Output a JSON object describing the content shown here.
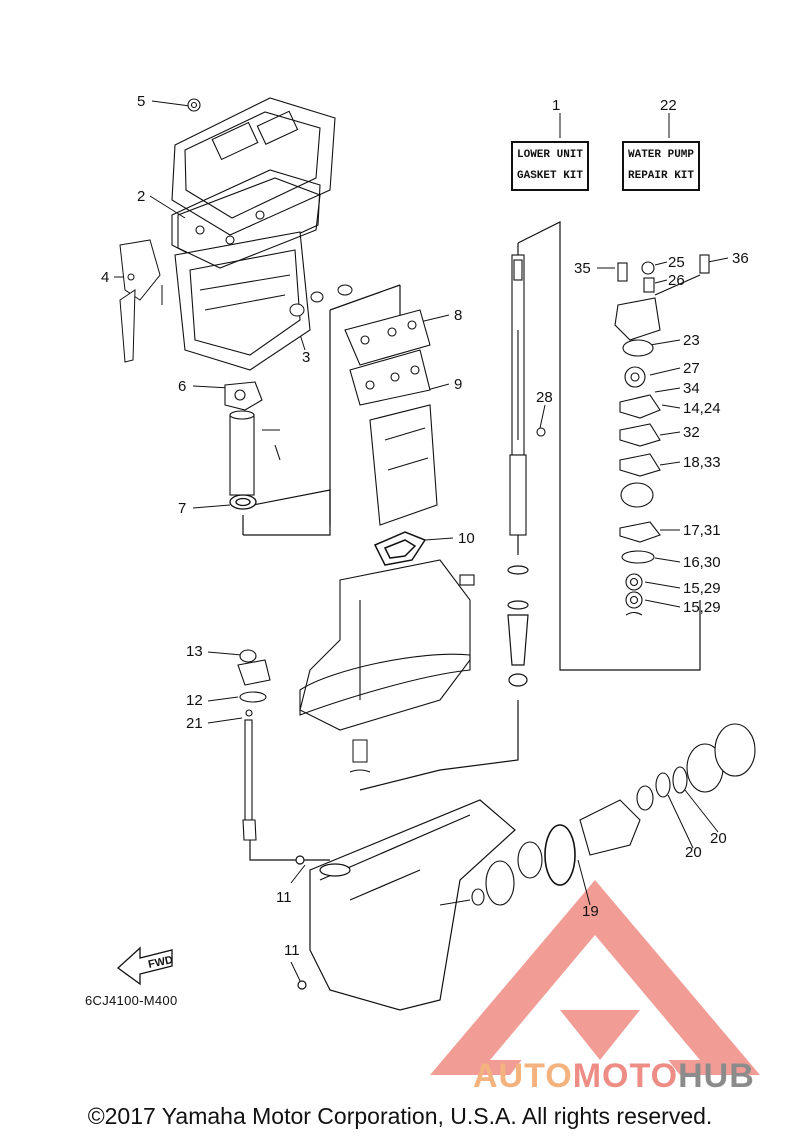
{
  "kits": {
    "lower_unit": {
      "number": "1",
      "line1": "LOWER UNIT",
      "line2": "GASKET KIT"
    },
    "water_pump": {
      "number": "22",
      "line1": "WATER PUMP",
      "line2": "REPAIR KIT"
    }
  },
  "callouts": {
    "c5": "5",
    "c2": "2",
    "c4": "4",
    "c3": "3",
    "c6": "6",
    "c7": "7",
    "c8": "8",
    "c9": "9",
    "c10": "10",
    "c13": "13",
    "c12": "12",
    "c21": "21",
    "c11a": "11",
    "c11b": "11",
    "c28": "28",
    "c35": "35",
    "c25": "25",
    "c36": "36",
    "c26": "26",
    "c23": "23",
    "c27": "27",
    "c34": "34",
    "c14_24": "14,24",
    "c32": "32",
    "c18_33": "18,33",
    "c17_31": "17,31",
    "c16_30": "16,30",
    "c15_29a": "15,29",
    "c15_29b": "15,29",
    "c20a": "20",
    "c20b": "20",
    "c19": "19"
  },
  "fwd_label": "FWD",
  "diagram_code": "6CJ4100-M400",
  "watermark": {
    "part1": "AUTO",
    "part2": "MOTO",
    "part3": "HUB",
    "color_orange": "#f4b27e",
    "color_red": "#ee8d85",
    "color_gray": "#8b8b8b"
  },
  "copyright": "©2017 Yamaha Motor Corporation, U.S.A. All rights reserved."
}
